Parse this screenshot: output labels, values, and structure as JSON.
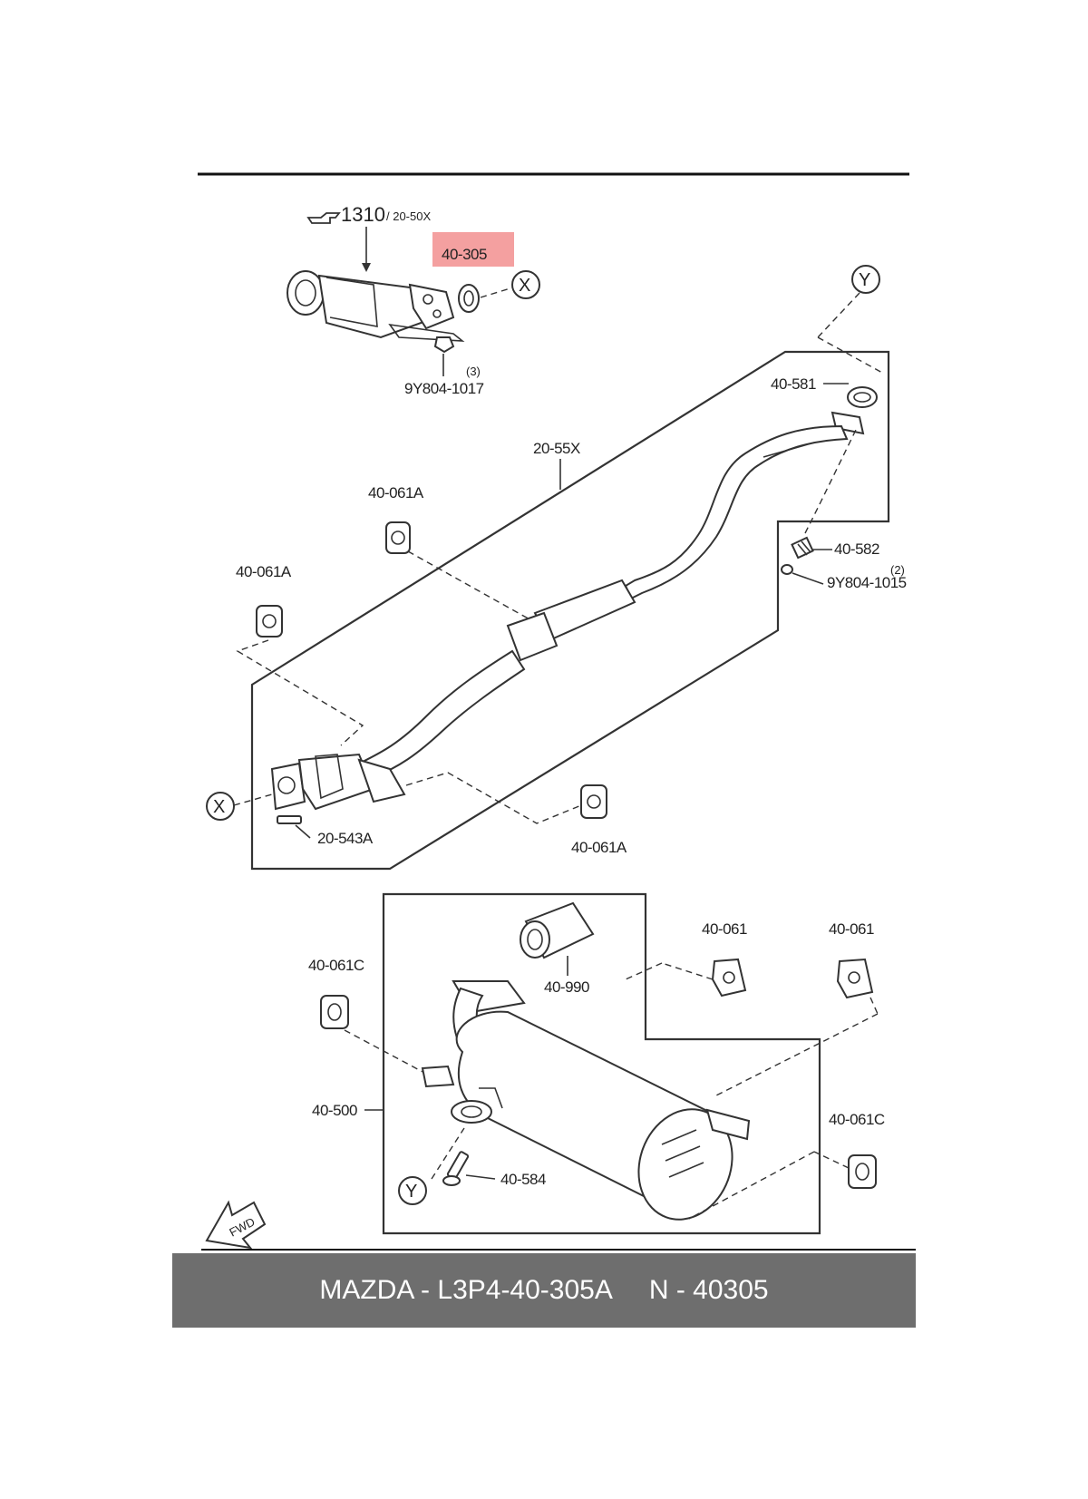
{
  "reference": {
    "main": "1310",
    "sub": "/ 20-50X"
  },
  "highlight_color": "#f4a0a0",
  "parts": {
    "gasket_40_305": "40-305",
    "nut_9y804_1017": "9Y804-1017",
    "nut_9y804_1017_qty": "(3)",
    "pipe_20_55x": "20-55X",
    "gasket_40_581": "40-581",
    "spring_40_582": "40-582",
    "bolt_9y804_1015": "9Y804-1015",
    "bolt_9y804_1015_qty": "(2)",
    "hanger_40_061a_top": "40-061A",
    "hanger_40_061a_left": "40-061A",
    "hanger_40_061a_bottom": "40-061A",
    "gasket_20_543a": "20-543A",
    "tail_40_990": "40-990",
    "hanger_40_061_mid": "40-061",
    "hanger_40_061_right": "40-061",
    "hanger_40_061c_left": "40-061C",
    "muffler_40_500": "40-500",
    "hanger_40_061c_right": "40-061C",
    "bolt_40_584": "40-584"
  },
  "refs": {
    "x": "X",
    "y": "Y"
  },
  "fwd_label": "FWD",
  "caption": {
    "brand_part": "MAZDA - L3P4-40-305A",
    "number": "N - 40305"
  }
}
